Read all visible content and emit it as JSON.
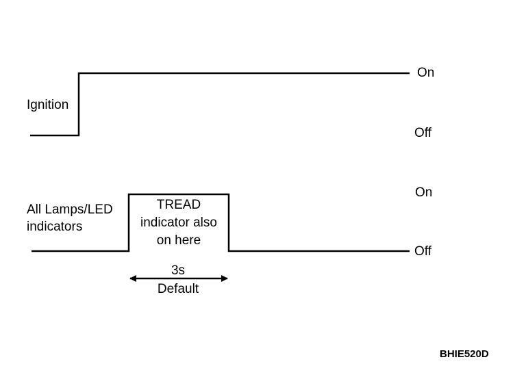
{
  "ignition": {
    "label": "Ignition",
    "on_label": "On",
    "off_label": "Off"
  },
  "lamps": {
    "label_line1": "All Lamps/LED",
    "label_line2": "indicators",
    "on_label": "On",
    "off_label": "Off",
    "pulse_text_line1": "TREAD",
    "pulse_text_line2": "indicator also",
    "pulse_text_line3": "on here"
  },
  "duration": {
    "value": "3s",
    "note": "Default"
  },
  "figure_code": "BHIE520D"
}
